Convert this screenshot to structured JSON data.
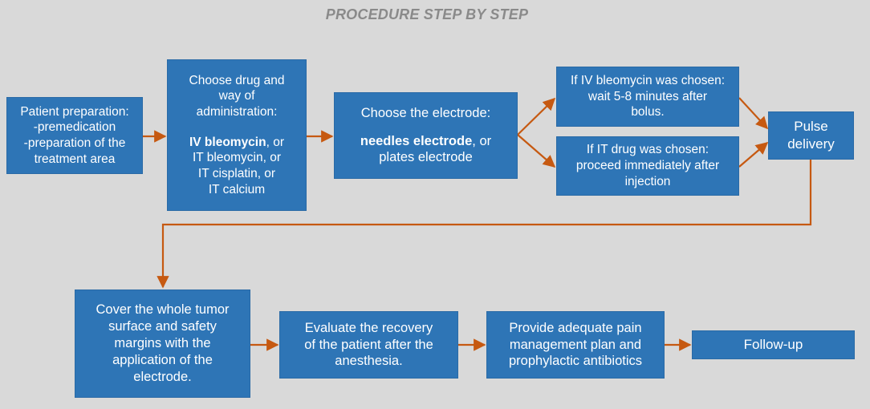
{
  "title": "PROCEDURE STEP BY STEP",
  "colors": {
    "background": "#d9d9d9",
    "box": "#2e75b6",
    "arrow": "#c65911",
    "title": "#8a8a8a"
  },
  "steps": {
    "patient_prep": {
      "lines": [
        "Patient preparation:",
        "-premedication",
        "-preparation of the",
        "treatment area"
      ]
    },
    "choose_drug": {
      "lines_top": [
        "Choose drug and",
        "way of",
        "administration:"
      ],
      "bold_part": "IV bleomycin",
      "bold_suffix": ", or",
      "lines_bottom": [
        "IT bleomycin, or",
        "IT cisplatin, or",
        "IT calcium"
      ]
    },
    "choose_electrode": {
      "heading": "Choose the electrode:",
      "bold_part": "needles electrode",
      "bold_suffix": ", or",
      "line_after": "plates electrode"
    },
    "iv_branch": {
      "lines": [
        "If IV bleomycin was chosen:",
        "wait 5-8 minutes after",
        "bolus."
      ]
    },
    "it_branch": {
      "lines": [
        "If IT drug was chosen:",
        "proceed immediately after",
        "injection"
      ]
    },
    "pulse_delivery": {
      "lines": [
        "Pulse",
        "delivery"
      ]
    },
    "cover_tumor": {
      "lines": [
        "Cover the whole tumor",
        "surface and safety",
        "margins with the",
        "application of the",
        "electrode."
      ]
    },
    "evaluate_recovery": {
      "lines": [
        "Evaluate the recovery",
        "of the patient after the",
        "anesthesia."
      ]
    },
    "pain_management": {
      "lines": [
        "Provide adequate pain",
        "management plan and",
        "prophylactic antibiotics"
      ]
    },
    "follow_up": {
      "lines": [
        "Follow-up"
      ]
    }
  }
}
